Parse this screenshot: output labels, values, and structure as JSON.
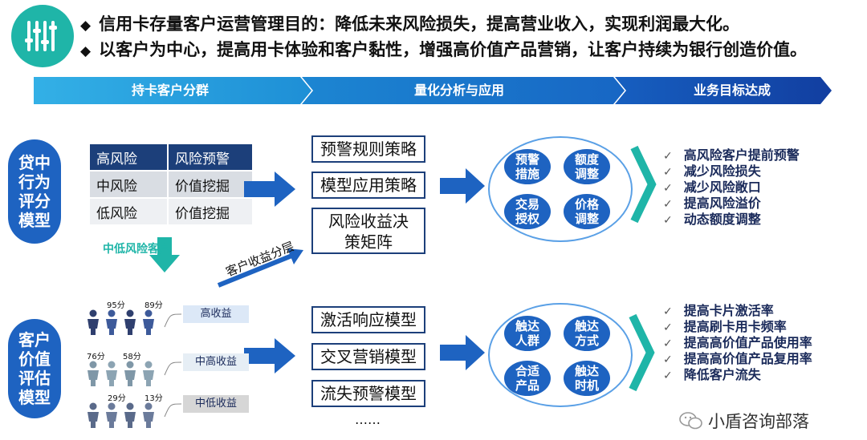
{
  "header": {
    "bullets": [
      "信用卡存量客户运营管理目的：降低未来风险损失，提高营业收入，实现利润最大化。",
      "以客户为中心，提高用卡体验和客户黏性，增强高价值产品营销，让客户持续为银行创造价值。"
    ],
    "bullet_glyph": "◆"
  },
  "bands": [
    "持卡客户分群",
    "量化分析与应用",
    "业务目标达成"
  ],
  "top_section": {
    "side_label": "贷中行为评分模型",
    "risk_table": [
      [
        "高风险",
        "风险预警"
      ],
      [
        "中风险",
        "价值挖掘"
      ],
      [
        "低风险",
        "价值挖掘"
      ]
    ],
    "down_arrow_label": "中低风险客户",
    "strategies": [
      "预警规则策略",
      "模型应用策略",
      "风险收益决策矩阵"
    ],
    "actions": [
      "预警措施",
      "额度调整",
      "交易授权",
      "价格调整"
    ],
    "goals": [
      "高风险客户提前预警",
      "减少风险损失",
      "减少风险敞口",
      "提高风险溢价",
      "动态额度调整"
    ]
  },
  "diagonal_label": "客户收益分层",
  "bottom_section": {
    "side_label": "客户价值评估模型",
    "tiers": [
      {
        "scores": [
          "95分",
          "89分"
        ],
        "label": "高收益",
        "color": "#dce8f7"
      },
      {
        "scores": [
          "76分",
          "58分"
        ],
        "label": "中高收益",
        "color": "#e6eef5"
      },
      {
        "scores": [
          "29分",
          "13分"
        ],
        "label": "中低收益",
        "color": "#d6d6d6"
      }
    ],
    "models": [
      "激活响应模型",
      "交叉营销模型",
      "流失预警模型"
    ],
    "ellipsis": "……",
    "actions": [
      "触达人群",
      "触达方式",
      "合适产品",
      "触达时机"
    ],
    "goals": [
      "提高卡片激活率",
      "提高刷卡用卡频率",
      "提高高价值产品使用率",
      "提高高价值产品复用率",
      "降低客户流失"
    ]
  },
  "check_glyph": "✓",
  "watermark": "小盾咨询部落",
  "colors": {
    "teal": "#1fb5a8",
    "blue": "#1e63c1",
    "navy": "#1c3f7a",
    "band_light": "#2aa8e0",
    "band_dark": "#1440a8"
  },
  "icons": [
    "equalizer-icon",
    "wechat-icon",
    "person-icon"
  ]
}
